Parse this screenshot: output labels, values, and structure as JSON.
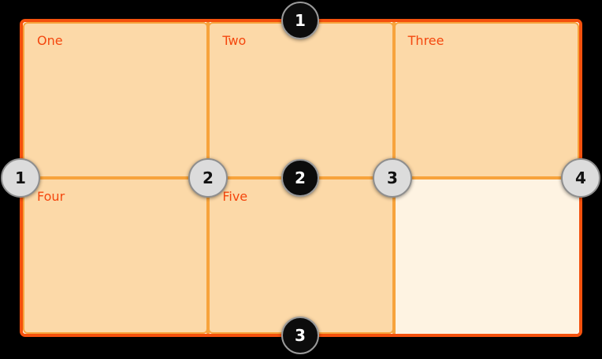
{
  "colors": {
    "canvas-bg": "#000000",
    "container-border": "#F4510D",
    "container-bg": "#FFFFFF",
    "grid-line": "#F7A33C",
    "cell-bg": "#FCD9A8",
    "empty-cell-bg": "#FEF3E2",
    "label-text": "#F4470E",
    "col-marker-fill": "#DCDCDC",
    "col-marker-ring": "#8E8E8E",
    "col-marker-text": "#111111",
    "row-marker-fill": "#0C0C0C",
    "row-marker-ring": "#9A9A9A",
    "row-marker-text": "#FFFFFF"
  },
  "grid": {
    "columns": 3,
    "rows": 2,
    "cells": [
      {
        "label": "One"
      },
      {
        "label": "Two"
      },
      {
        "label": "Three"
      },
      {
        "label": "Four"
      },
      {
        "label": "Five"
      },
      {
        "label": ""
      }
    ]
  },
  "column_line_markers": [
    "1",
    "2",
    "3",
    "4"
  ],
  "row_line_markers": [
    "1",
    "2",
    "3"
  ]
}
